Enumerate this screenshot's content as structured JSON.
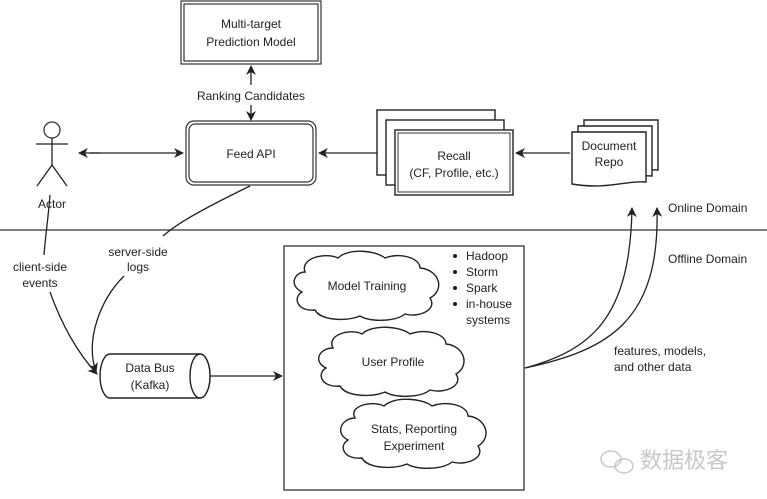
{
  "diagram": {
    "nodes": {
      "prediction_model": {
        "line1": "Multi-target",
        "line2": "Prediction Model"
      },
      "feed_api": {
        "label": "Feed API"
      },
      "actor": {
        "label": "Actor"
      },
      "recall": {
        "line1": "Recall",
        "line2": "(CF, Profile, etc.)"
      },
      "document_repo": {
        "line1": "Document",
        "line2": "Repo"
      },
      "data_bus": {
        "line1": "Data Bus",
        "line2": "(Kafka)"
      },
      "model_training": {
        "label": "Model Training"
      },
      "user_profile": {
        "label": "User Profile"
      },
      "stats": {
        "line1": "Stats, Reporting",
        "line2": "Experiment"
      }
    },
    "platforms": [
      "Hadoop",
      "Storm",
      "Spark",
      "in-house",
      "systems"
    ],
    "edge_labels": {
      "ranking_candidates": "Ranking Candidates",
      "client_side_1": "client-side",
      "client_side_2": "events",
      "server_side_1": "server-side",
      "server_side_2": "logs",
      "features_1": "features, models,",
      "features_2": "and other data"
    },
    "domains": {
      "online": "Online Domain",
      "offline": "Offline Domain"
    },
    "watermark": "数据极客"
  }
}
